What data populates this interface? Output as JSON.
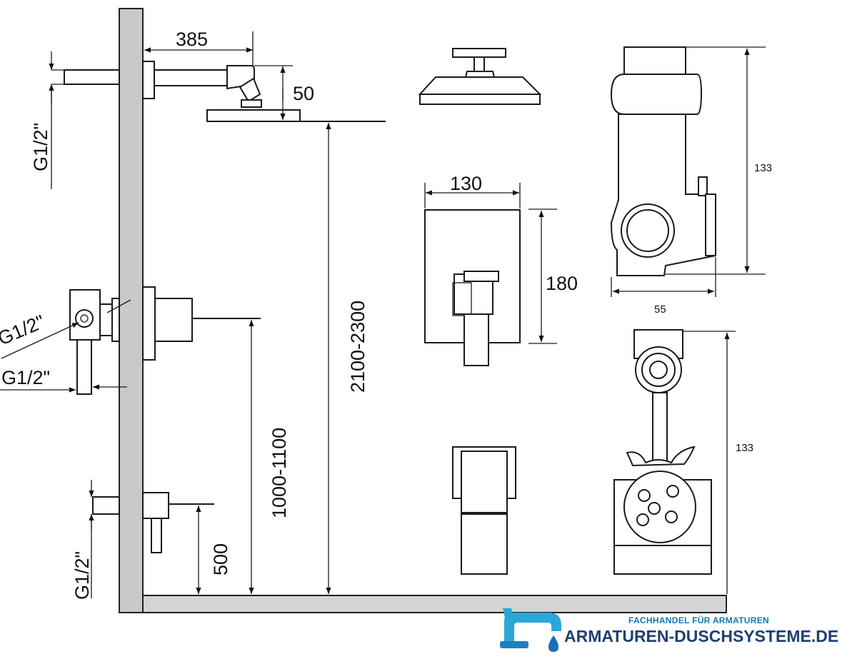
{
  "diagram": {
    "dimensions": {
      "arm_length": "385",
      "head_drop": "50",
      "head_height": "2100-2300",
      "mixer_height": "1000-1100",
      "spout_height": "500",
      "plate_width": "130",
      "plate_height": "180",
      "body_height_top": "133",
      "body_depth": "55",
      "body_height_bottom": "133"
    },
    "threads": {
      "shower_inlet": "G1/2\"",
      "mixer_inlet": "G1/2\"",
      "mixer_outlet": "G1/2\"",
      "spout_inlet": "G1/2\""
    }
  },
  "branding": {
    "tagline": "FACHHANDEL FÜR ARMATUREN",
    "name": "ARMATUREN-DUSCHSYSTEME.DE",
    "colors": {
      "primary": "#1d3f73",
      "accent": "#1576b8",
      "drop": "#1a6fb5"
    }
  }
}
